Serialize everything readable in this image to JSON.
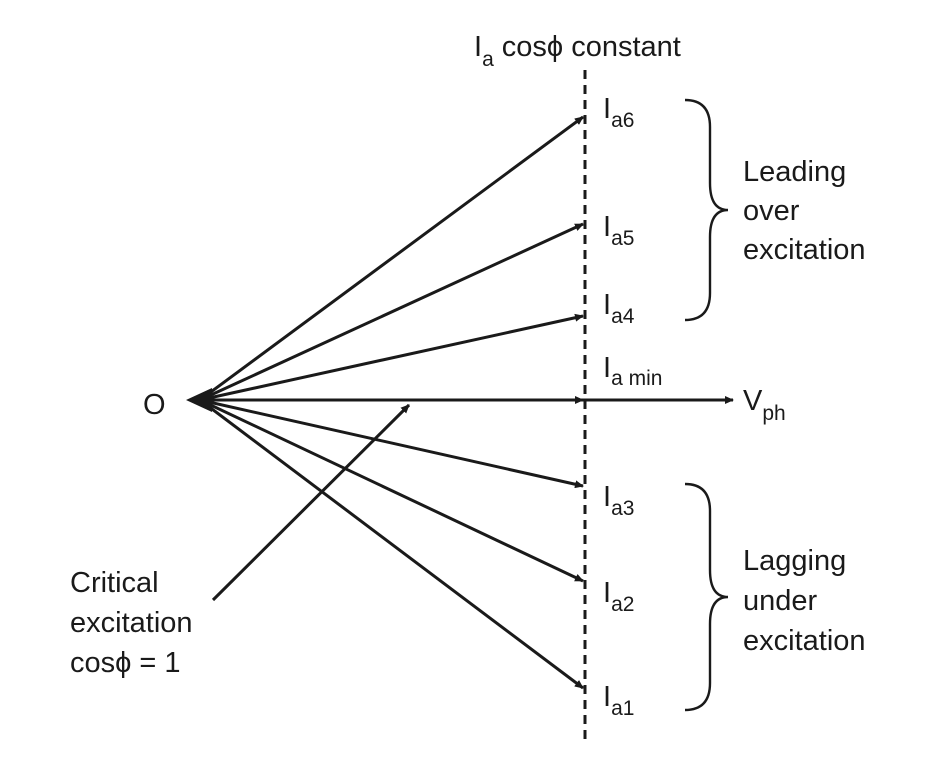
{
  "top_label": {
    "main": "I",
    "sub": "a",
    "rest": " cosϕ constant"
  },
  "origin_label": "O",
  "vph_label": {
    "main": "V",
    "sub": "ph"
  },
  "currents": [
    {
      "main": "I",
      "sub": "a6"
    },
    {
      "main": "I",
      "sub": "a5"
    },
    {
      "main": "I",
      "sub": "a4"
    },
    {
      "main": "I",
      "sub": "a min"
    },
    {
      "main": "I",
      "sub": "a3"
    },
    {
      "main": "I",
      "sub": "a2"
    },
    {
      "main": "I",
      "sub": "a1"
    }
  ],
  "leading_group": [
    "Leading",
    "over",
    "excitation"
  ],
  "lagging_group": [
    "Lagging",
    "under",
    "excitation"
  ],
  "critical_group": [
    "Critical",
    "excitation",
    "cosϕ = 1"
  ]
}
